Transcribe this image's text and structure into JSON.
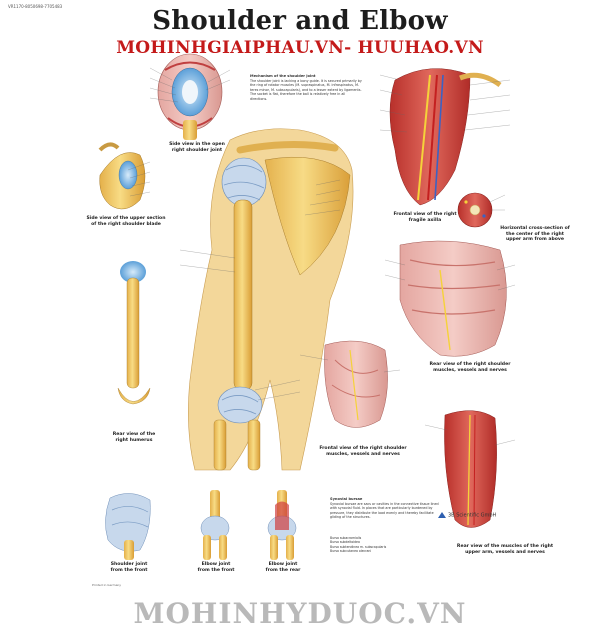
{
  "poster": {
    "code": "VR1170-8050698-7705483",
    "title": "Shoulder and Elbow",
    "watermark_top": "MOHINHGIAIPHAU.VN- HUUHAO.VN",
    "watermark_bottom": "MOHINHYDUOC.VN"
  },
  "captions": {
    "open_joint": "Side view in the open right shoulder joint",
    "upper_section": "Side view of the upper section of the right shoulder blade",
    "humerus": "Rear view of the right humerus",
    "axilla": "Frontal view of the right fragile axilla",
    "cross_section": "Horizontal cross-section of the center of the right upper arm from above",
    "rear_muscles": "Rear view of the right shoulder muscles, vessels and nerves",
    "frontal_muscles": "Frontal view of the right shoulder muscles, vessels and nerves",
    "upper_arm_rear": "Rear view of the muscles of the right upper arm, vessels and nerves",
    "joint_front": "Shoulder joint from the front",
    "elbow_front": "Elbow joint from the front",
    "elbow_rear": "Elbow joint from the rear"
  },
  "text_blocks": {
    "mechanism_title": "Mechanism of the shoulder joint",
    "mechanism_body": "The shoulder joint is lacking a bony guide. It is secured primarily by the ring of rotator muscles (M. supraspinatus, M. infraspinatus, M. teres minor, M. subscapularis), and to a lesser extent by ligaments. The socket is flat, therefore the ball is relatively free in all directions.",
    "bursae_title": "Synovial bursae",
    "bursae_body": "Synovial bursae are sacs or cavities in the connective tissue lined with synovial fluid. In places that are particularly burdened by pressure, they distribute the load evenly and thereby facilitate gliding of the structures.",
    "legend_items": [
      "Bursa subacromialis",
      "Bursa subdeltoidea",
      "Bursa subtendinea m. subscapularis",
      "Bursa subcutanea olecrani"
    ]
  },
  "publisher": {
    "name": "3B Scientific GmbH",
    "note": "Printed in Germany"
  },
  "colors": {
    "title": "#1d1d1d",
    "watermark_red": "#c41a1a",
    "watermark_grey": "#b9b9b9",
    "bone": "#f2cf6e",
    "cartilage": "#7fb8e8",
    "muscle": "#d24a42",
    "nerve": "#f5d23a"
  }
}
